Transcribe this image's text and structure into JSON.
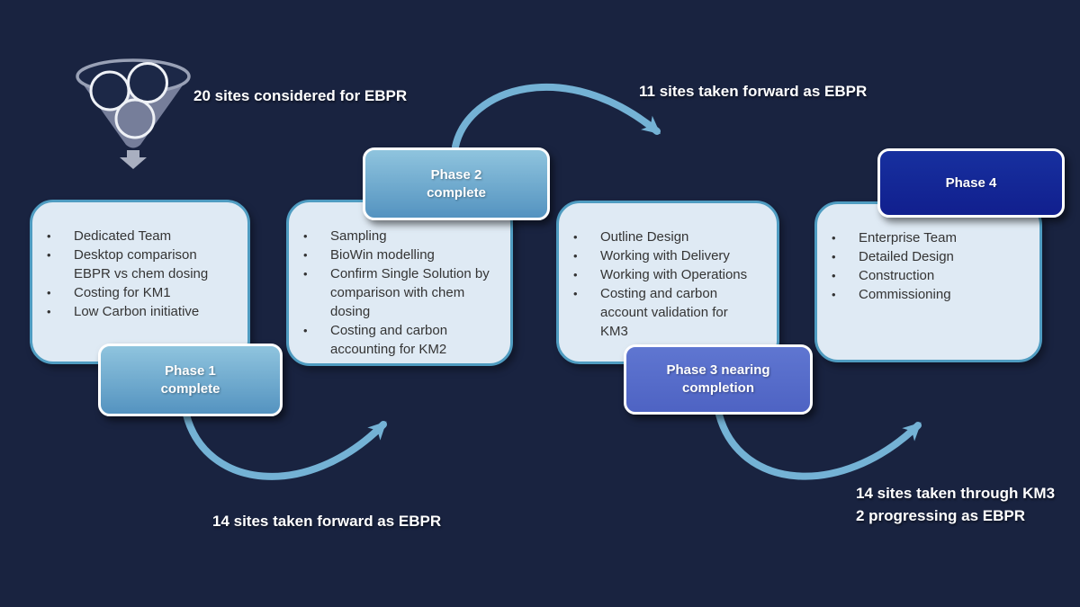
{
  "colors": {
    "background": "#192340",
    "card_fill": "#DFEAF4",
    "card_border": "#4F9CC1",
    "arrow": "#74B2D5",
    "phase12_chip_top": "#8FC4DE",
    "phase12_chip_bottom": "#5493C0",
    "phase3_chip_top": "#5F76D1",
    "phase3_chip_bottom": "#4E63C3",
    "phase4_chip": "#14289A",
    "text_on_dark": "#FFFFFF",
    "text_on_card": "#343434"
  },
  "bullet_char": "•",
  "icons": {
    "funnel": "funnel-icon",
    "funnel_arrow": "down-arrow-icon"
  },
  "annotations": {
    "sites_considered": "20 sites considered for EBPR",
    "sites_forward_phase2": "11 sites taken forward as EBPR",
    "sites_forward_phase1": "14 sites taken forward as EBPR",
    "sites_km3_line1": "14 sites taken through KM3",
    "sites_km3_line2": "2 progressing as EBPR"
  },
  "phases": [
    {
      "chip": {
        "line1": "Phase 1",
        "line2": "complete"
      },
      "items": [
        "Dedicated Team",
        "Desktop comparison EBPR vs chem dosing",
        "Costing for KM1",
        "Low Carbon initiative"
      ]
    },
    {
      "chip": {
        "line1": "Phase 2",
        "line2": "complete"
      },
      "items": [
        "Sampling",
        "BioWin modelling",
        "Confirm Single Solution by comparison with chem dosing",
        "Costing and carbon accounting for KM2"
      ]
    },
    {
      "chip": {
        "line1": "Phase 3 nearing",
        "line2": "completion"
      },
      "items": [
        "Outline Design",
        "Working with Delivery",
        "Working with Operations",
        "Costing and carbon account validation for KM3"
      ]
    },
    {
      "chip": {
        "line1": "Phase 4",
        "line2": ""
      },
      "items": [
        "Enterprise Team",
        "Detailed Design",
        "Construction",
        "Commissioning"
      ]
    }
  ]
}
